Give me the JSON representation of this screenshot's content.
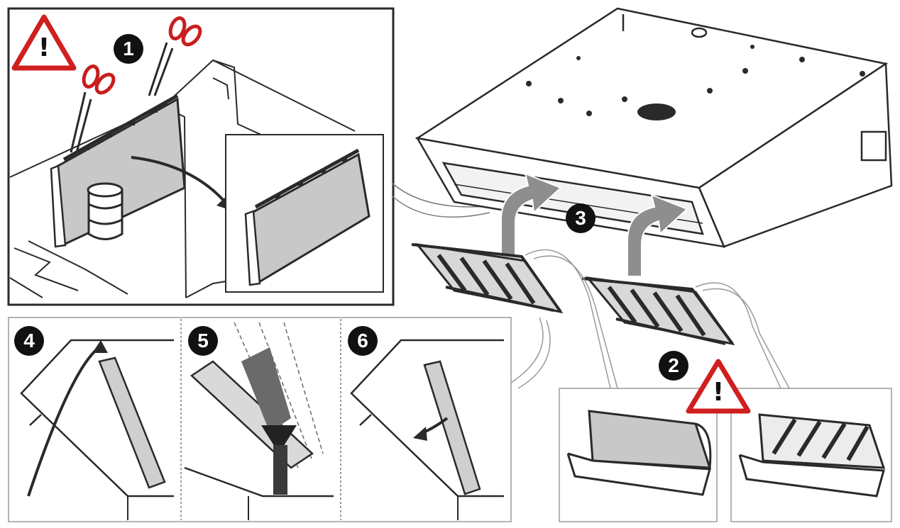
{
  "steps": [
    {
      "number": "1",
      "icon": "step-1-icon"
    },
    {
      "number": "2",
      "icon": "step-2-icon"
    },
    {
      "number": "3",
      "icon": "step-3-icon"
    },
    {
      "number": "4",
      "icon": "step-4-icon"
    },
    {
      "number": "5",
      "icon": "step-5-icon"
    },
    {
      "number": "6",
      "icon": "step-6-icon"
    }
  ],
  "warnings": [
    {
      "symbol": "!",
      "icon": "warning-triangle-icon"
    },
    {
      "symbol": "!",
      "icon": "warning-triangle-icon"
    }
  ],
  "colors": {
    "line": "#2a2a2a",
    "panel_fill": "#c8c8c8",
    "filter_fill": "#bdbdbd",
    "arrow_fill": "#8e8e8e",
    "scissors": "#c81e1e",
    "warning_red": "#d01f1f",
    "badge": "#111111"
  },
  "icons": [
    "scissors-icon",
    "grease-filter-icon",
    "charcoal-filter-icon",
    "cooker-hood-icon",
    "insert-arrow-icon"
  ]
}
